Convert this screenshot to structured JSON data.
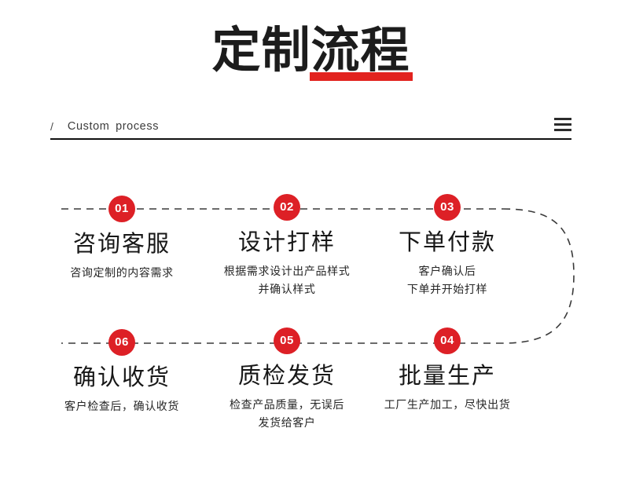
{
  "header": {
    "title_plain": "定制",
    "title_marked": "流程",
    "slash": "/",
    "subtitle": "Custom  process",
    "menu_icon": "hamburger-icon"
  },
  "colors": {
    "accent_red": "#dd2026",
    "title_underline": "#e2231f",
    "text_dark": "#171717",
    "rule": "#111111",
    "dashed_line": "#3a3a3a"
  },
  "flow": {
    "steps": [
      {
        "number": "01",
        "title": "咨询客服",
        "desc": [
          "咨询定制的内容需求"
        ]
      },
      {
        "number": "02",
        "title": "设计打样",
        "desc": [
          "根据需求设计出产品样式",
          "并确认样式"
        ]
      },
      {
        "number": "03",
        "title": "下单付款",
        "desc": [
          "客户确认后",
          "下单并开始打样"
        ]
      },
      {
        "number": "04",
        "title": "批量生产",
        "desc": [
          "工厂生产加工，尽快出货"
        ]
      },
      {
        "number": "05",
        "title": "质检发货",
        "desc": [
          "检查产品质量，无误后",
          "发货给客户"
        ]
      },
      {
        "number": "06",
        "title": "确认收货",
        "desc": [
          "客户检查后，确认收货"
        ]
      }
    ]
  }
}
